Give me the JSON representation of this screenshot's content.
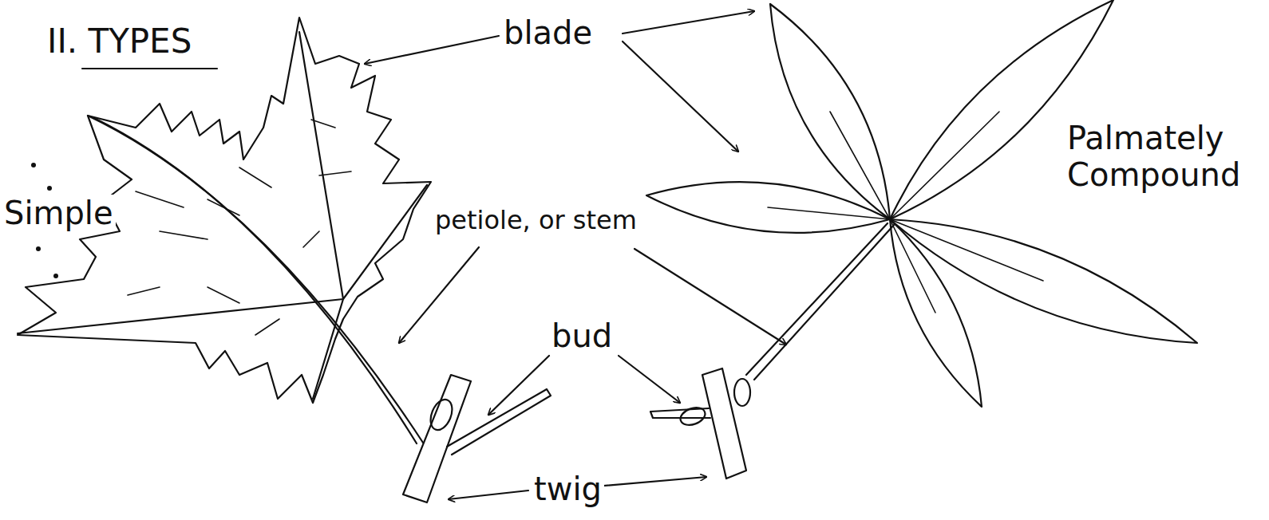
{
  "diagram": {
    "title": "II. TYPES",
    "labels": [
      "blade",
      "Simple",
      "petiole, or stem",
      "bud",
      "Palmately Compound",
      "twig"
    ]
  }
}
